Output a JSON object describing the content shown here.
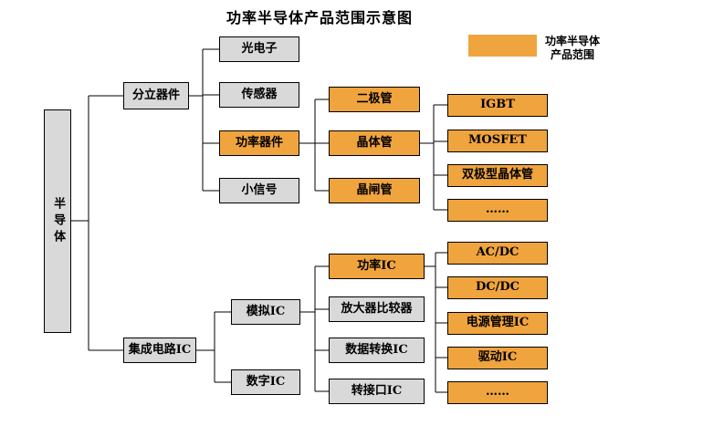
{
  "title": "功率半导体产品范围示意图",
  "legend": {
    "label_line1": "功率半导体",
    "label_line2": "产品范围"
  },
  "colors": {
    "highlight": "#f0a43e",
    "default_fill": "#d9d9d9",
    "border": "#000000"
  },
  "nodes": {
    "root": "半导体",
    "discrete": "分立器件",
    "optoelectronics": "光电子",
    "sensor": "传感器",
    "power_device": "功率器件",
    "small_signal": "小信号",
    "diode": "二极管",
    "transistor": "晶体管",
    "thyristor": "晶闸管",
    "igbt": "IGBT",
    "mosfet": "MOSFET",
    "bjt": "双极型晶体管",
    "more_devices": "……",
    "ic": "集成电路IC",
    "analog_ic": "模拟IC",
    "digital_ic": "数字IC",
    "power_ic": "功率IC",
    "amplifier_comparator": "放大器比较器",
    "data_conversion_ic": "数据转换IC",
    "interface_ic": "转接口IC",
    "acdc": "AC/DC",
    "dcdc": "DC/DC",
    "power_mgmt_ic": "电源管理IC",
    "driver_ic": "驱动IC",
    "more_ics": "……"
  }
}
